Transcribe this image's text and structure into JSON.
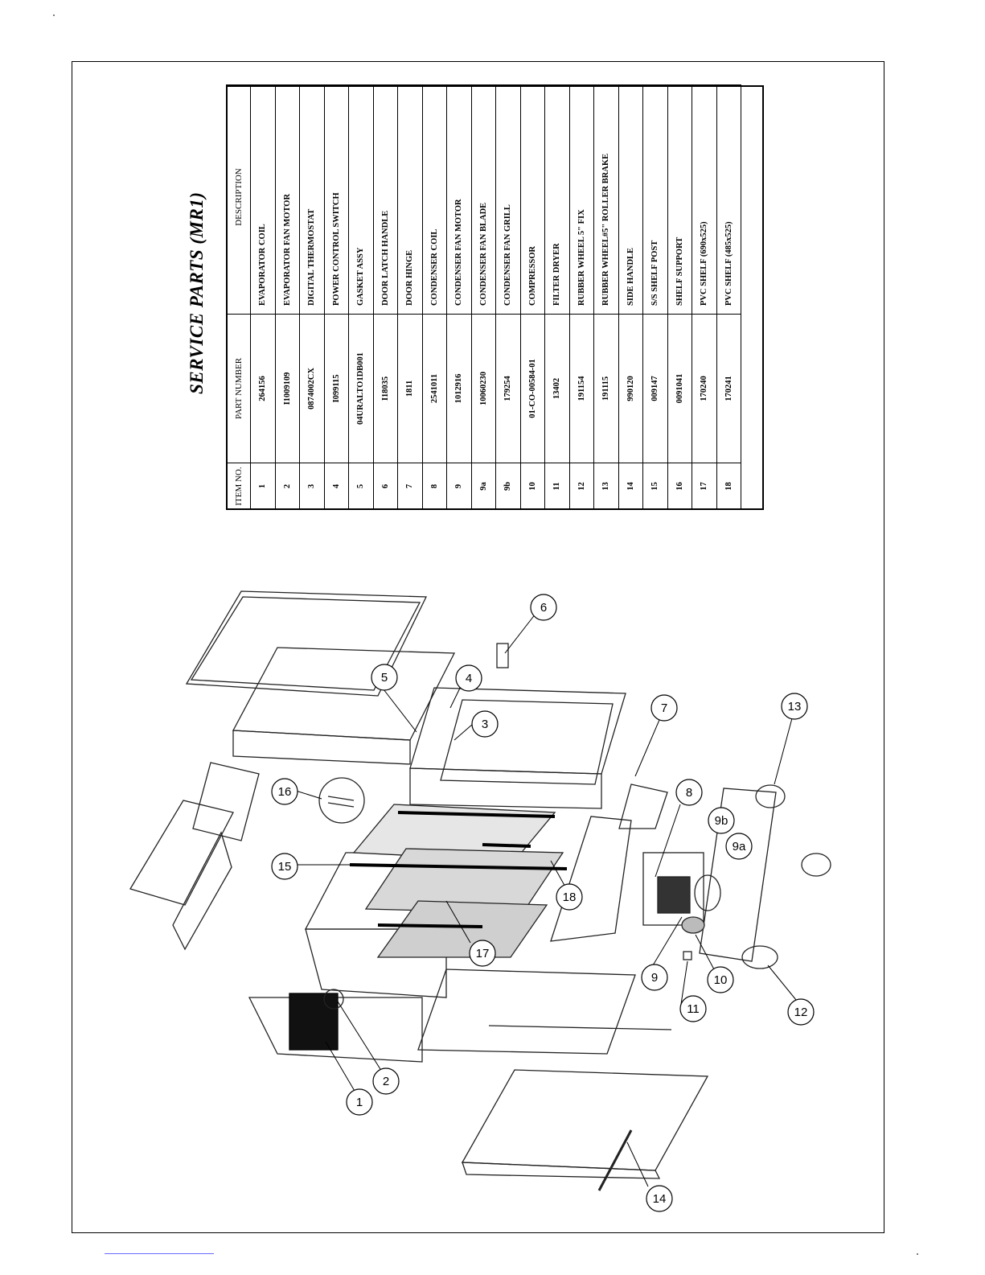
{
  "title": "SERVICE PARTS (MR1)",
  "table": {
    "headers": {
      "item": "ITEM NO.",
      "part": "PART NUMBER",
      "desc": "DESCRIPTION"
    },
    "rows": [
      {
        "item": "1",
        "part": "264156",
        "desc": "EVAPORATOR COIL"
      },
      {
        "item": "2",
        "part": "I1009109",
        "desc": "EVAPORATOR FAN MOTOR"
      },
      {
        "item": "3",
        "part": "0874002CX",
        "desc": "DIGITAL THERMOSTAT"
      },
      {
        "item": "4",
        "part": "I099115",
        "desc": "POWER CONTROL SWITCH"
      },
      {
        "item": "5",
        "part": "04URALTO1DB001",
        "desc": "GASKET ASSY"
      },
      {
        "item": "6",
        "part": "I18035",
        "desc": "DOOR LATCH HANDLE"
      },
      {
        "item": "7",
        "part": "1811",
        "desc": "DOOR HINGE"
      },
      {
        "item": "8",
        "part": "2541011",
        "desc": "CONDENSER COIL"
      },
      {
        "item": "9",
        "part": "1012916",
        "desc": "CONDENSER FAN MOTOR"
      },
      {
        "item": "9a",
        "part": "10060230",
        "desc": "CONDENSER FAN BLADE"
      },
      {
        "item": "9b",
        "part": "179254",
        "desc": "CONDENSER FAN GRILL"
      },
      {
        "item": "10",
        "part": "01-CO-00584-01",
        "desc": "COMPRESSOR"
      },
      {
        "item": "11",
        "part": "13402",
        "desc": "FILTER DRYER"
      },
      {
        "item": "12",
        "part": "191154",
        "desc": "RUBBER WHEEL 5\" FIX"
      },
      {
        "item": "13",
        "part": "191115",
        "desc": "RUBBER WHEEL#5\" ROLLER BRAKE"
      },
      {
        "item": "14",
        "part": "990120",
        "desc": "SIDE HANDLE"
      },
      {
        "item": "15",
        "part": "009147",
        "desc": "S/S SHELF POST"
      },
      {
        "item": "16",
        "part": "0091041",
        "desc": "SHELF SUPPORT"
      },
      {
        "item": "17",
        "part": "170240",
        "desc": "PVC SHELF (690x525)"
      },
      {
        "item": "18",
        "part": "170241",
        "desc": "PVC SHELF (485x525)"
      }
    ]
  },
  "callouts": [
    "1",
    "2",
    "3",
    "4",
    "5",
    "6",
    "7",
    "8",
    "9",
    "9a",
    "9b",
    "10",
    "11",
    "12",
    "13",
    "14",
    "15",
    "16",
    "17",
    "18"
  ]
}
